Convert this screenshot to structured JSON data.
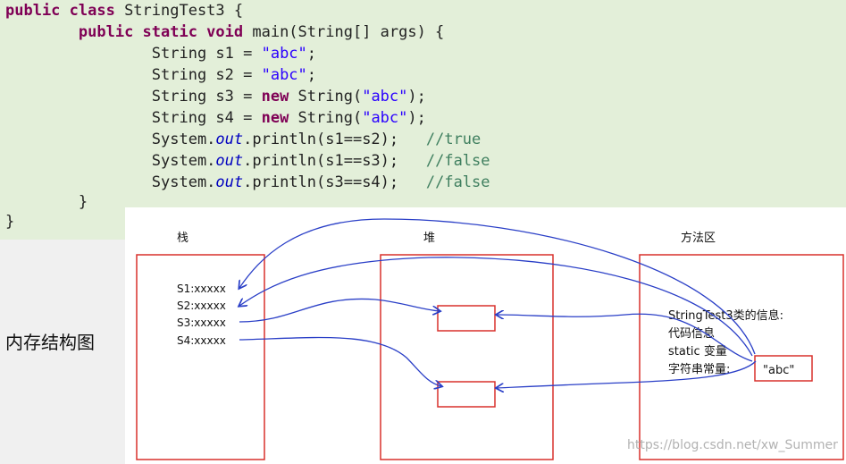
{
  "code": {
    "line1": {
      "kw": "public class",
      "rest": " StringTest3 {"
    },
    "line2": {
      "indent": "        ",
      "kw": "public static void",
      "rest": " main(String[] args) {"
    },
    "line3": {
      "indent": "                ",
      "pre": "String s1 = ",
      "str": "\"abc\"",
      "post": ";"
    },
    "line4": {
      "indent": "                ",
      "pre": "String s2 = ",
      "str": "\"abc\"",
      "post": ";"
    },
    "line5": {
      "indent": "                ",
      "pre": "String s3 = ",
      "kw": "new",
      "mid": " String(",
      "str": "\"abc\"",
      "post": ");"
    },
    "line6": {
      "indent": "                ",
      "pre": "String s4 = ",
      "kw": "new",
      "mid": " String(",
      "str": "\"abc\"",
      "post": ");"
    },
    "line7": {
      "indent": "                ",
      "pre": "System.",
      "it": "out",
      "mid": ".println(s1==s2);",
      "gap": "   ",
      "cm": "//true"
    },
    "line8": {
      "indent": "                ",
      "pre": "System.",
      "it": "out",
      "mid": ".println(s1==s3);",
      "gap": "   ",
      "cm": "//false"
    },
    "line9": {
      "indent": "                ",
      "pre": "System.",
      "it": "out",
      "mid": ".println(s3==s4);",
      "gap": "   ",
      "cm": "//false"
    },
    "line10": {
      "indent": "        ",
      "text": "}"
    },
    "line11": {
      "text": "}"
    }
  },
  "side_title": "内存结构图",
  "diagram": {
    "stack_label": "栈",
    "heap_label": "堆",
    "method_label": "方法区",
    "stack_items": [
      "S1:xxxxx",
      "S2:xxxxx",
      "S3:xxxxx",
      "S4:xxxxx"
    ],
    "method_lines": [
      "StringTest3类的信息:",
      "代码信息",
      "static 变量",
      "字符串常量:"
    ],
    "const_value": "\"abc\""
  },
  "watermark": "https://blog.csdn.net/xw_Summer"
}
